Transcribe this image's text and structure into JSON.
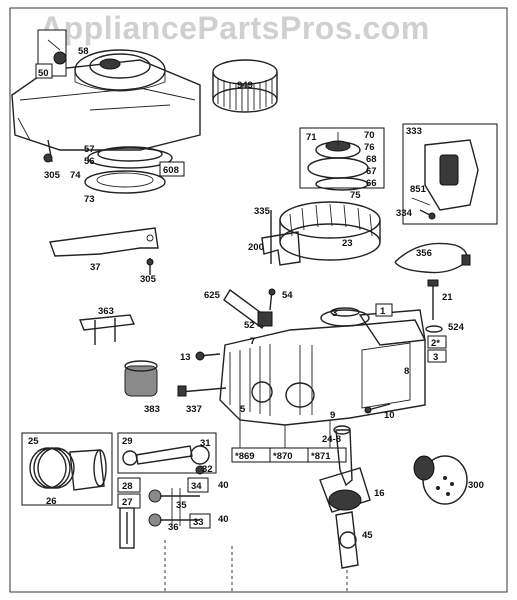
{
  "watermark": "AppliancePartsPros.com",
  "labels": {
    "l58": "58",
    "l50": "50",
    "l949": "949",
    "l57": "57",
    "l56": "56",
    "l74": "74",
    "l305a": "305",
    "l73": "73",
    "l608": "608",
    "l71": "71",
    "l70": "70",
    "l76": "76",
    "l68": "68",
    "l67": "67",
    "l66": "66",
    "l75": "75",
    "l333": "333",
    "l851": "851",
    "l334": "334",
    "l335": "335",
    "l23": "23",
    "l200": "200",
    "l356": "356",
    "l37": "37",
    "l305b": "305",
    "l625": "625",
    "l54": "54",
    "l21": "21",
    "l363": "363",
    "l3": "3",
    "l1": "1",
    "l524": "524",
    "l2": "2*",
    "l3b": "3",
    "l52": "52",
    "l13": "13",
    "l7": "7",
    "l8": "8",
    "l383": "383",
    "l337": "337",
    "l10": "10",
    "l9": "9",
    "l5": "5",
    "l24": "24-8",
    "l869": "*869",
    "l870": "*870",
    "l871": "*871",
    "l25": "25",
    "l26": "26",
    "l29": "29",
    "l31": "31",
    "l32": "32",
    "l34": "34",
    "l40a": "40",
    "l35": "35",
    "l40b": "40",
    "l33": "33",
    "l28": "28",
    "l27": "27",
    "l36": "36",
    "l16": "16",
    "l300": "300",
    "l45": "45"
  }
}
